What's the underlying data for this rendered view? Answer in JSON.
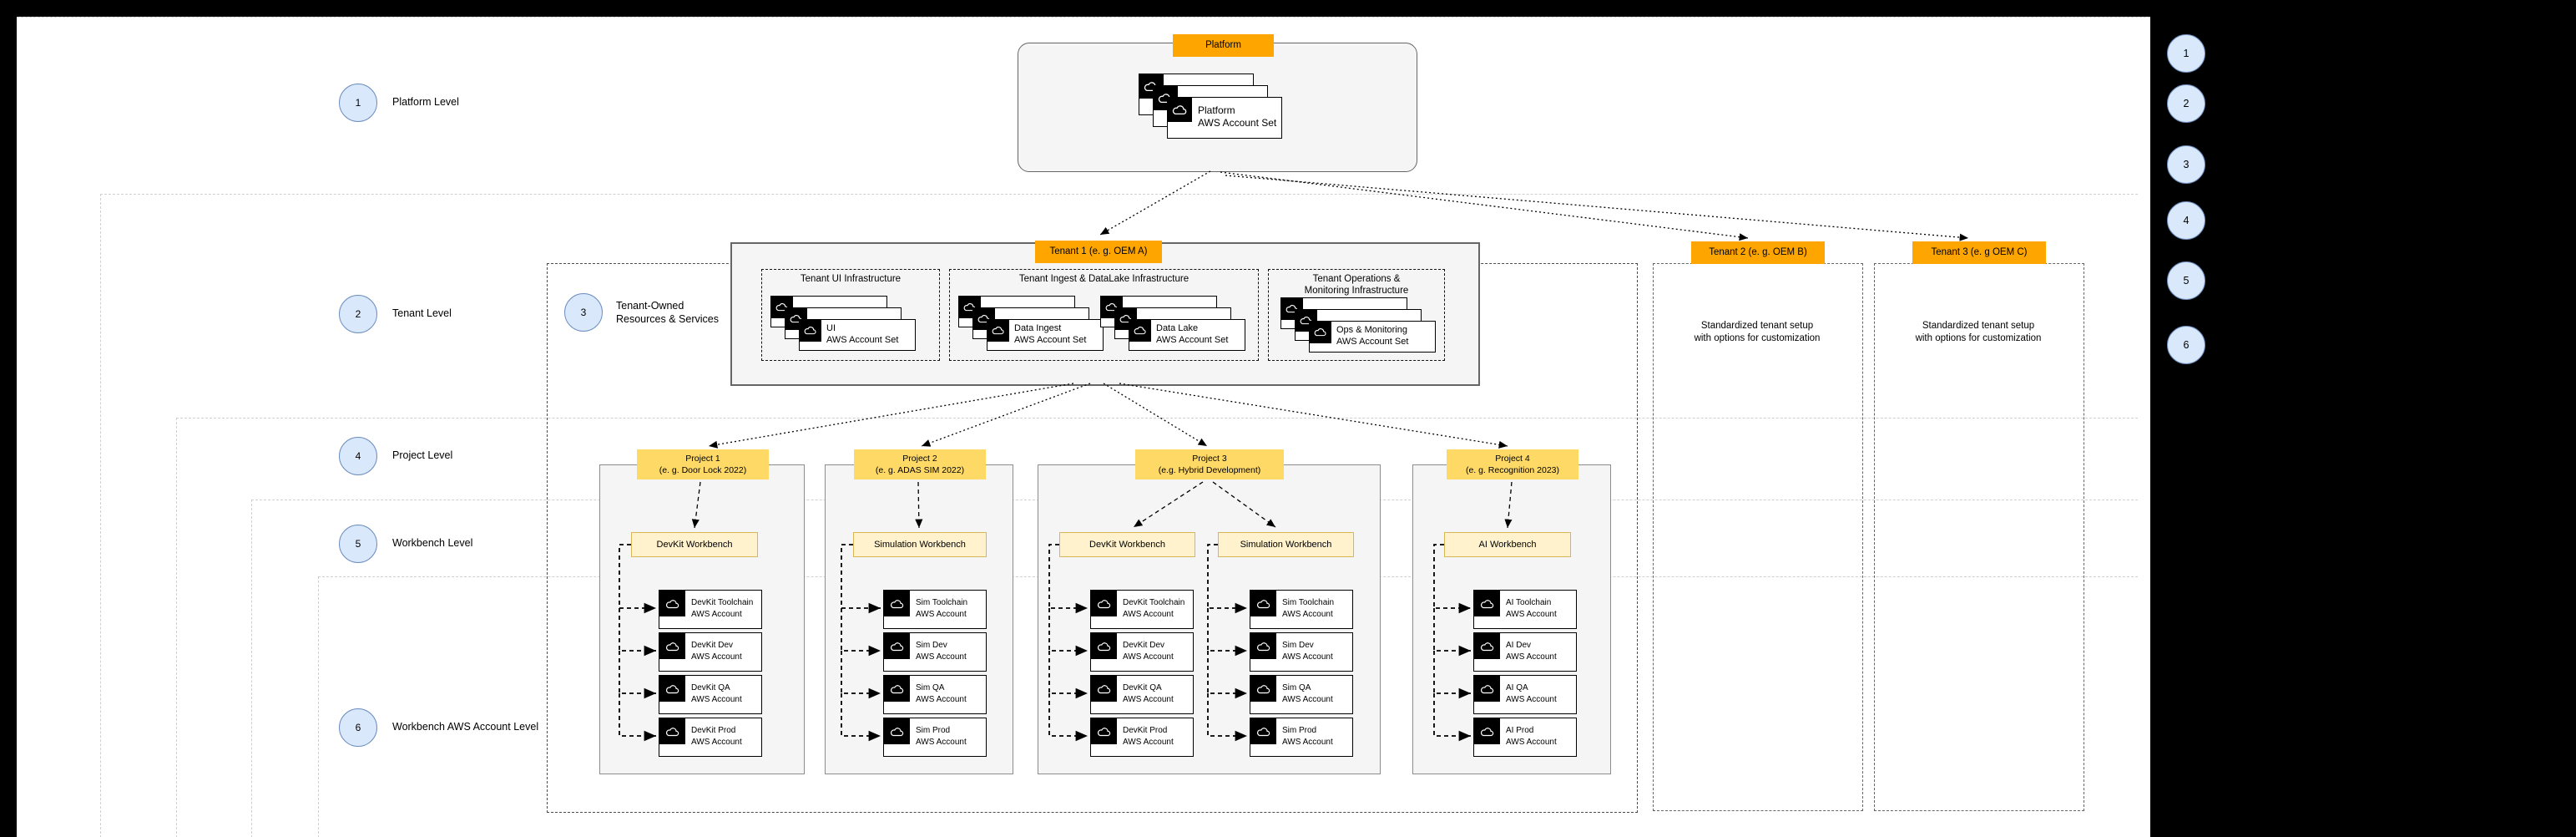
{
  "palette": {
    "orange": "#FFA500",
    "project_yellow": "#FFD966",
    "workbench_cream": "#FFF2CC",
    "workbench_border": "#D6B656",
    "circle_fill": "#DAE8FC",
    "circle_border": "#6C8EBF",
    "container_gray": "#F5F5F5"
  },
  "levels": [
    {
      "num": "1",
      "label": "Platform Level"
    },
    {
      "num": "2",
      "label": "Tenant Level"
    },
    {
      "num": "4",
      "label": "Project Level"
    },
    {
      "num": "5",
      "label": "Workbench Level"
    },
    {
      "num": "6",
      "label": "Workbench AWS Account Level"
    }
  ],
  "tenant_owned_marker": {
    "num": "3",
    "l1": "Tenant-Owned",
    "l2": "Resources & Services"
  },
  "platform": {
    "label": "Platform",
    "set": {
      "l1": "Platform",
      "l2": "AWS Account Set"
    }
  },
  "tenant1": {
    "label": "Tenant 1 (e. g. OEM A)",
    "groups": [
      {
        "t1": "Tenant UI Infrastructure",
        "t2": "",
        "sets": [
          {
            "l1": "UI",
            "l2": "AWS Account Set"
          }
        ]
      },
      {
        "t1": "Tenant Ingest & DataLake Infrastructure",
        "t2": "",
        "sets": [
          {
            "l1": "Data Ingest",
            "l2": "AWS Account Set"
          },
          {
            "l1": "Data Lake",
            "l2": "AWS Account Set"
          }
        ]
      },
      {
        "t1": "Tenant Operations &",
        "t2": "Monitoring Infrastructure",
        "sets": [
          {
            "l1": "Ops & Monitoring",
            "l2": "AWS Account Set"
          }
        ]
      }
    ]
  },
  "tenant2": {
    "label": "Tenant 2 (e. g. OEM B)",
    "d1": "Standardized tenant setup",
    "d2": "with options for customization"
  },
  "tenant3": {
    "label": "Tenant 3 (e. g OEM C)",
    "d1": "Standardized tenant setup",
    "d2": "with options for customization"
  },
  "projects": [
    {
      "l1": "Project 1",
      "l2": "(e. g. Door Lock 2022)",
      "workbenches": [
        {
          "name": "DevKit Workbench",
          "accounts": [
            {
              "l1": "DevKit Toolchain",
              "l2": "AWS Account"
            },
            {
              "l1": "DevKit Dev",
              "l2": "AWS Account"
            },
            {
              "l1": "DevKit QA",
              "l2": "AWS Account"
            },
            {
              "l1": "DevKit Prod",
              "l2": "AWS Account"
            }
          ]
        }
      ]
    },
    {
      "l1": "Project 2",
      "l2": "(e. g. ADAS SIM 2022)",
      "workbenches": [
        {
          "name": "Simulation Workbench",
          "accounts": [
            {
              "l1": "Sim Toolchain",
              "l2": "AWS Account"
            },
            {
              "l1": "Sim Dev",
              "l2": "AWS Account"
            },
            {
              "l1": "Sim QA",
              "l2": "AWS Account"
            },
            {
              "l1": "Sim Prod",
              "l2": "AWS Account"
            }
          ]
        }
      ]
    },
    {
      "l1": "Project 3",
      "l2": "(e.g. Hybrid Development)",
      "workbenches": [
        {
          "name": "DevKit Workbench",
          "accounts": [
            {
              "l1": "DevKit Toolchain",
              "l2": "AWS Account"
            },
            {
              "l1": "DevKit Dev",
              "l2": "AWS Account"
            },
            {
              "l1": "DevKit QA",
              "l2": "AWS Account"
            },
            {
              "l1": "DevKit Prod",
              "l2": "AWS Account"
            }
          ]
        },
        {
          "name": "Simulation Workbench",
          "accounts": [
            {
              "l1": "Sim Toolchain",
              "l2": "AWS Account"
            },
            {
              "l1": "Sim Dev",
              "l2": "AWS Account"
            },
            {
              "l1": "Sim QA",
              "l2": "AWS Account"
            },
            {
              "l1": "Sim Prod",
              "l2": "AWS Account"
            }
          ]
        }
      ]
    },
    {
      "l1": "Project 4",
      "l2": "(e. g. Recognition 2023)",
      "workbenches": [
        {
          "name": "AI Workbench",
          "accounts": [
            {
              "l1": "AI Toolchain",
              "l2": "AWS Account"
            },
            {
              "l1": "AI Dev",
              "l2": "AWS Account"
            },
            {
              "l1": "AI QA",
              "l2": "AWS Account"
            },
            {
              "l1": "AI Prod",
              "l2": "AWS Account"
            }
          ]
        }
      ]
    }
  ],
  "side_panel": {
    "markers": [
      "1",
      "2",
      "3",
      "4",
      "5",
      "6"
    ]
  }
}
